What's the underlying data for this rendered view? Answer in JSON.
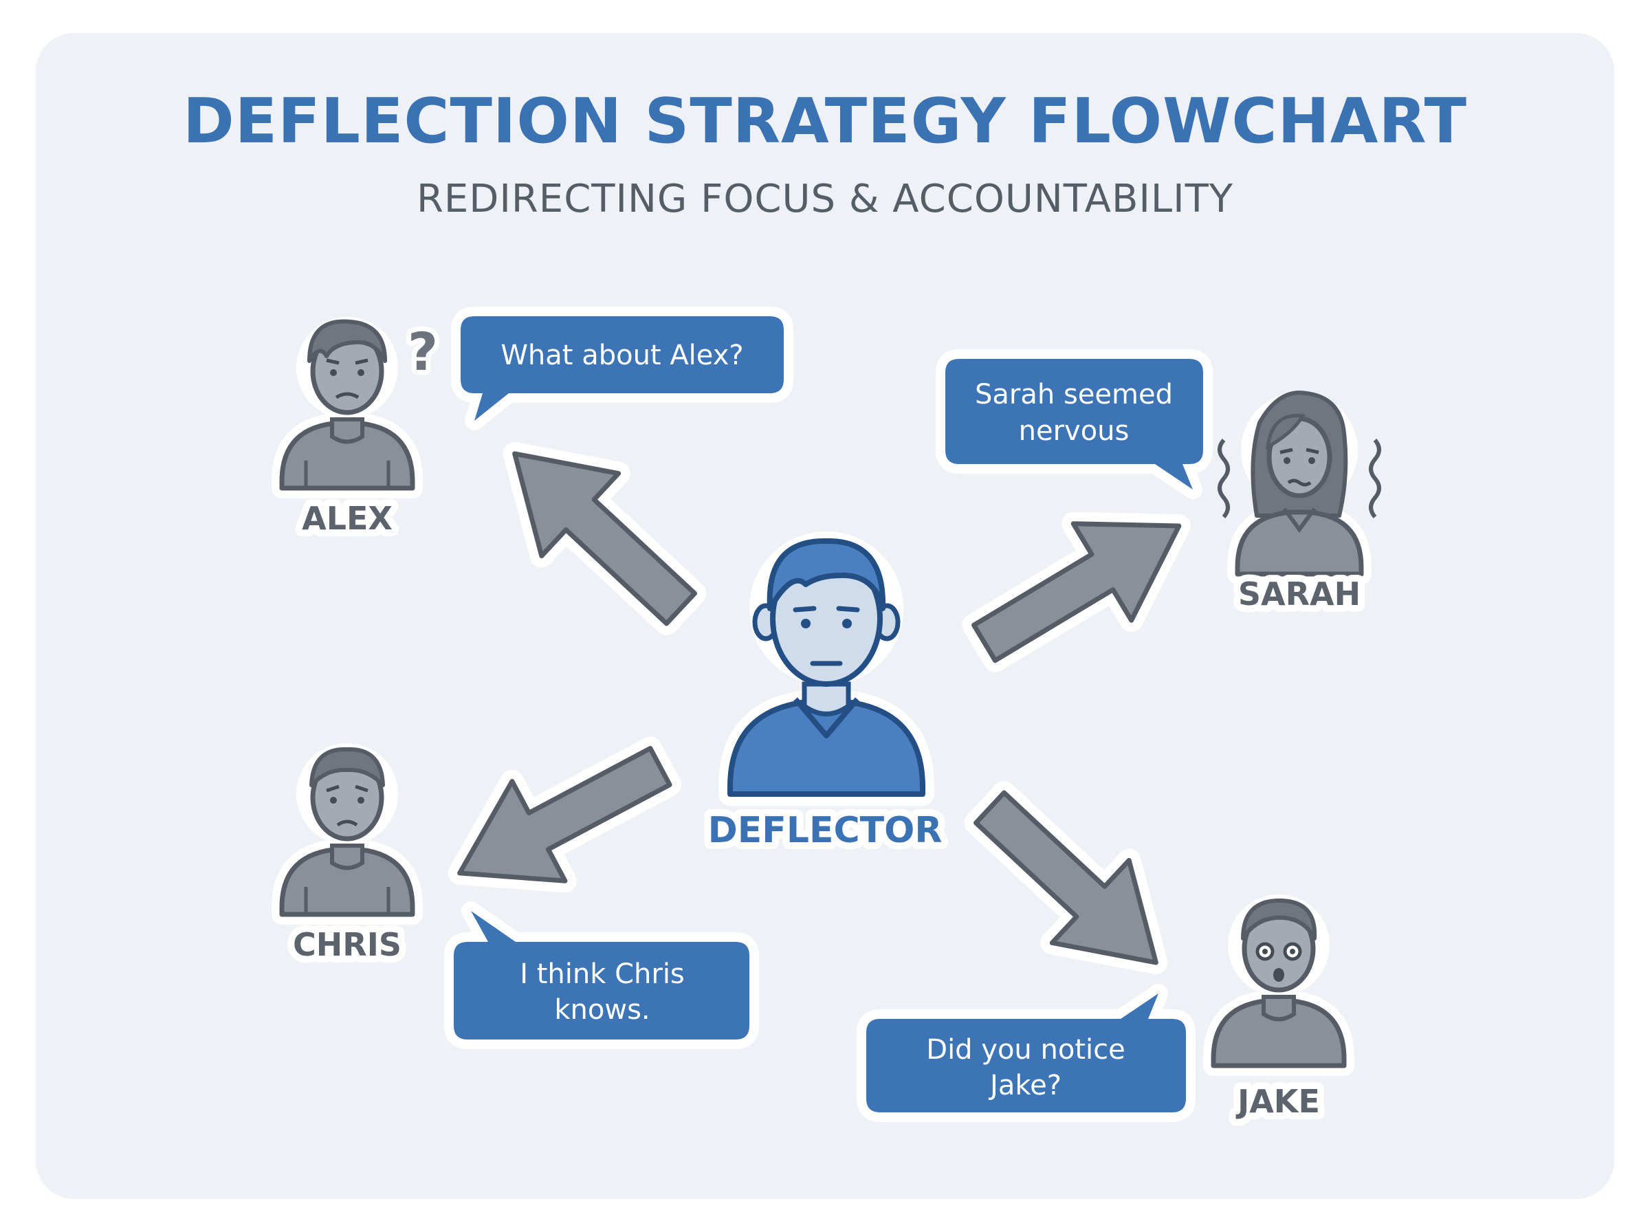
{
  "title": "DEFLECTION STRATEGY FLOWCHART",
  "subtitle": "REDIRECTING FOCUS & ACCOUNTABILITY",
  "colors": {
    "accent": "#3a72b4",
    "person_gray": "#8a9099",
    "outline_gray": "#555c66",
    "arrow_gray": "#8a9099",
    "background": "#eef1f6"
  },
  "center": {
    "label": "DEFLECTOR",
    "icon": "person-neutral-icon"
  },
  "people": [
    {
      "id": "alex",
      "label": "ALEX",
      "icon": "person-confused-icon",
      "mark": "?"
    },
    {
      "id": "sarah",
      "label": "SARAH",
      "icon": "person-nervous-icon"
    },
    {
      "id": "chris",
      "label": "CHRIS",
      "icon": "person-worried-icon"
    },
    {
      "id": "jake",
      "label": "JAKE",
      "icon": "person-surprised-icon"
    }
  ],
  "bubbles": {
    "alex": [
      "What about Alex?"
    ],
    "sarah": [
      "Sarah seemed",
      "nervous"
    ],
    "chris": [
      "I think Chris",
      "knows."
    ],
    "jake": [
      "Did you notice",
      "Jake?"
    ]
  }
}
